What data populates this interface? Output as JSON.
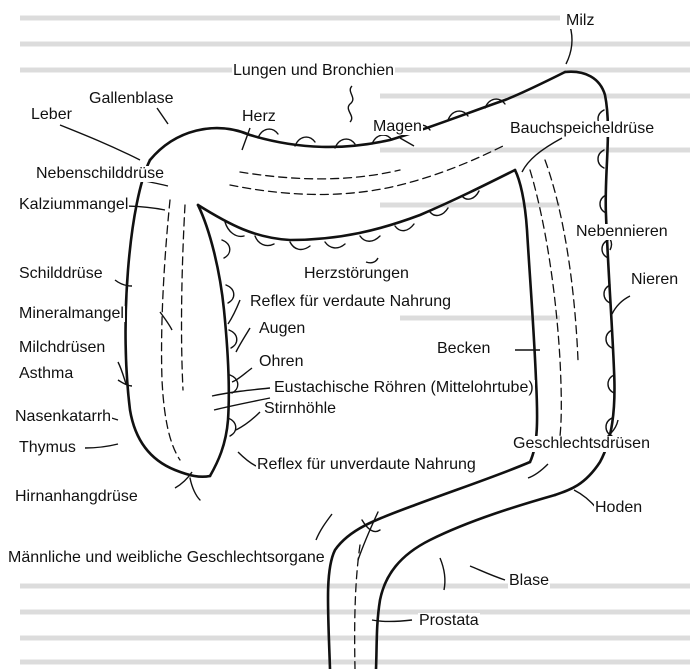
{
  "labels": {
    "milz": "Milz",
    "lungen": "Lungen und Bronchien",
    "gallenblase": "Gallenblase",
    "leber": "Leber",
    "herz": "Herz",
    "magen": "Magen",
    "bauchspeicheldruese": "Bauchspeicheldrüse",
    "nebenschilddruese": "Nebenschilddrüse",
    "kalziummangel": "Kalziummangel",
    "nebennieren": "Nebennieren",
    "herzstoerungen": "Herzstörungen",
    "schilddruese": "Schilddrüse",
    "nieren": "Nieren",
    "reflex_verdaut": "Reflex für verdaute Nahrung",
    "mineralmangel": "Mineralmangel",
    "augen": "Augen",
    "milchdruesen": "Milchdrüsen",
    "becken": "Becken",
    "asthma": "Asthma",
    "ohren": "Ohren",
    "eustachische": "Eustachische Röhren (Mittelohrtube)",
    "nasenkatarrh": "Nasenkatarrh",
    "stirnhoehle": "Stirnhöhle",
    "geschlechtsdruesen": "Geschlechtsdrüsen",
    "thymus": "Thymus",
    "reflex_unverdaut": "Reflex für unverdaute Nahrung",
    "hirnanhangdruese": "Hirnanhangdrüse",
    "hoden": "Hoden",
    "geschlechtsorgane": "Männliche und weibliche Geschlechtsorgane",
    "blase": "Blase",
    "prostata": "Prostata"
  }
}
